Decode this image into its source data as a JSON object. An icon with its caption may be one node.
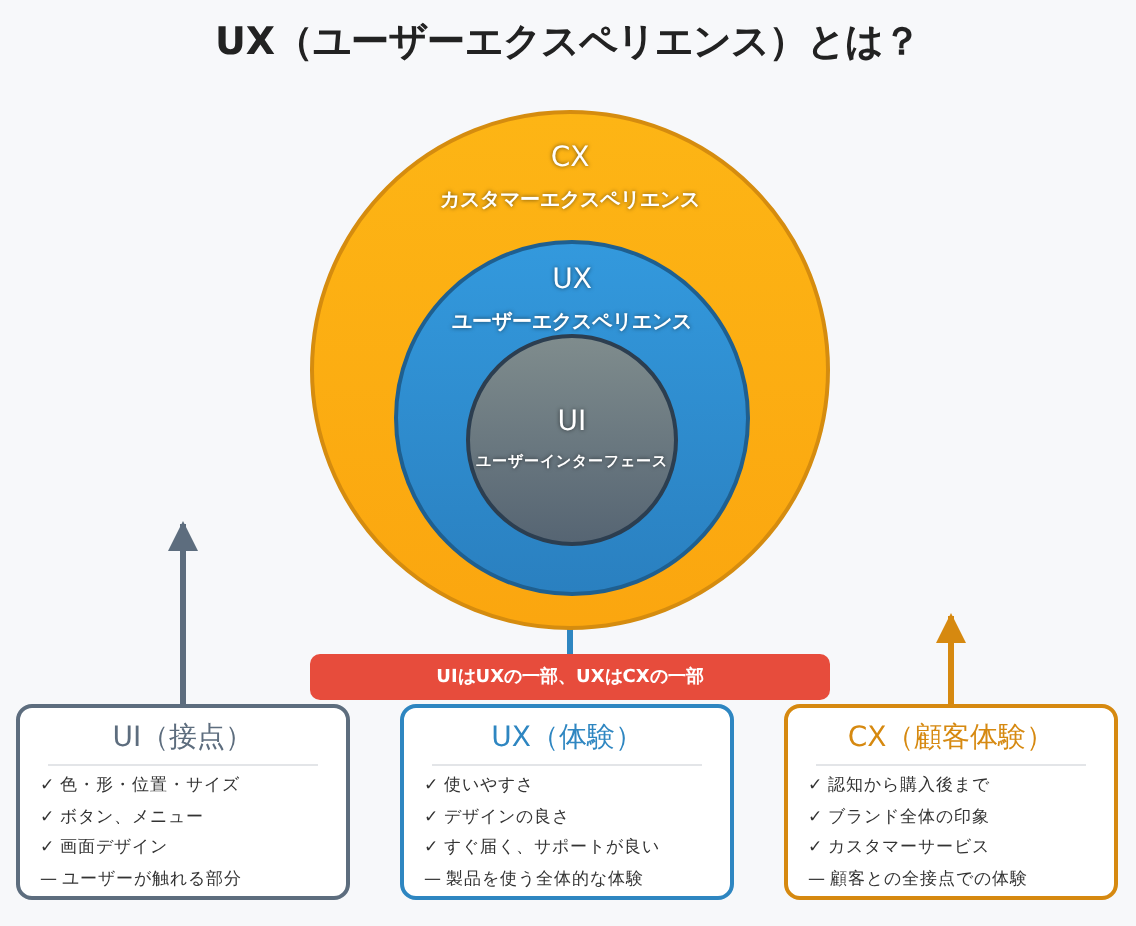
{
  "diagram": {
    "title": "UX（ユーザーエクスペリエンス）とは？",
    "nodes": [
      {
        "text": [
          "CX",
          "カスタマーエクスペリエンス"
        ]
      },
      {
        "text": [
          "UX",
          "ユーザーエクスペリエンス"
        ],
        "in": 0
      },
      {
        "text": [
          "UI",
          "ユーザーインターフェース"
        ],
        "in": 1
      },
      {
        "text": [
          "UIはUXの一部、UXはCXの一部"
        ]
      },
      {
        "text": [
          "UI（接点）",
          "✓ 色・形・位置・サイズ",
          "✓ ボタン、メニュー",
          "✓ 画面デザイン",
          "— ユーザーが触れる部分"
        ]
      },
      {
        "text": [
          "UX（体験）",
          "✓ 使いやすさ",
          "✓ デザインの良さ",
          "✓ すぐ届く、サポートが良い",
          "— 製品を使う全体的な体験"
        ]
      },
      {
        "text": [
          "CX（顧客体験）",
          "✓ 認知から購入後まで",
          "✓ ブランド全体の印象",
          "✓ カスタマーサービス",
          "— 顧客との全接点での体験"
        ]
      }
    ],
    "edges": [
      {
        "from": 4,
        "to": null,
        "arrow": "to",
        "color": "#5d6d7e"
      },
      {
        "from": 3,
        "to": 1,
        "arrow": "to",
        "color": "#2e86c1"
      },
      {
        "from": 6,
        "to": null,
        "arrow": "to",
        "color": "#d68910"
      }
    ]
  }
}
